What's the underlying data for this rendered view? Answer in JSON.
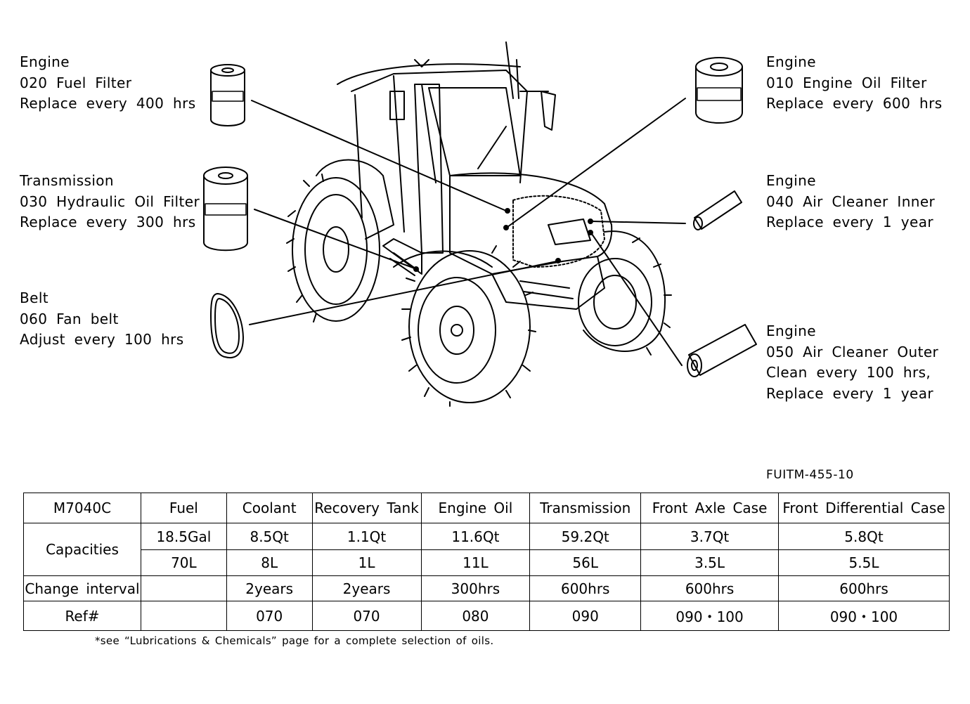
{
  "callouts": {
    "fuel_filter": {
      "category": "Engine",
      "part": "020 Fuel Filter",
      "action": "Replace every 400 hrs"
    },
    "hydraulic_filter": {
      "category": "Transmission",
      "part": "030 Hydraulic Oil Filter",
      "action": "Replace every 300 hrs"
    },
    "fan_belt": {
      "category": "Belt",
      "part": "060 Fan belt",
      "action": "Adjust every 100 hrs"
    },
    "engine_oil_filter": {
      "category": "Engine",
      "part": "010 Engine Oil Filter",
      "action": "Replace every 600 hrs"
    },
    "air_inner": {
      "category": "Engine",
      "part": "040 Air Cleaner Inner",
      "action": "Replace every 1 year"
    },
    "air_outer": {
      "category": "Engine",
      "part": "050 Air Cleaner Outer",
      "action": "Clean every 100 hrs,",
      "action2": "Replace every 1 year"
    }
  },
  "figure_code": "FUITM-455-10",
  "table": {
    "model": "M7040C",
    "headers": [
      "Fuel",
      "Coolant",
      "Recovery Tank",
      "Engine Oil",
      "Transmission",
      "Front Axle Case",
      "Front Differential Case"
    ],
    "capacities_label": "Capacities",
    "capacities_us": [
      "18.5Gal",
      "8.5Qt",
      "1.1Qt",
      "11.6Qt",
      "59.2Qt",
      "3.7Qt",
      "5.8Qt"
    ],
    "capacities_metric": [
      "70L",
      "8L",
      "1L",
      "11L",
      "56L",
      "3.5L",
      "5.5L"
    ],
    "interval_label": "Change interval",
    "intervals": [
      "",
      "2years",
      "2years",
      "300hrs",
      "600hrs",
      "600hrs",
      "600hrs"
    ],
    "ref_label": "Ref#",
    "refs": [
      "",
      "070",
      "070",
      "080",
      "090",
      "090・100",
      "090・100"
    ]
  },
  "footnote": "*see “Lubrications & Chemicals” page for a complete selection of oils."
}
